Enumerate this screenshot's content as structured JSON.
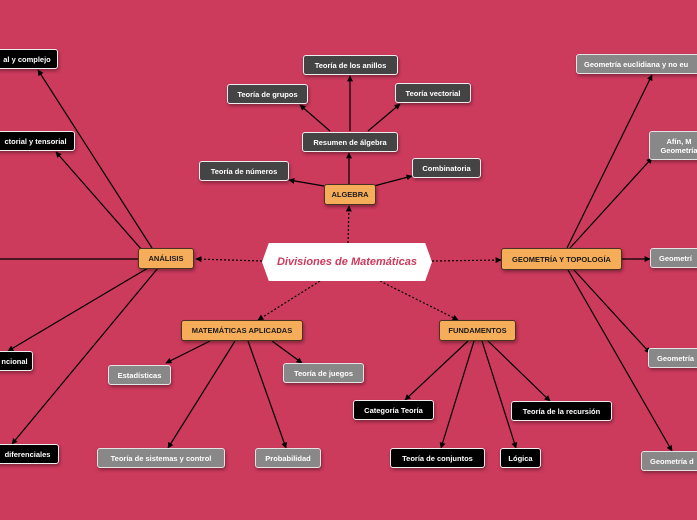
{
  "title": "Divisiones de Matemáticas",
  "branches": {
    "algebra": "ALGEBRA",
    "analisis": "ANÁLISIS",
    "geometria": "GEOMETRÍA Y TOPOLOGÍA",
    "aplicadas": "MATEMÁTICAS APLICADAS",
    "fundamentos": "FUNDAMENTOS"
  },
  "algebra_children": {
    "resumen": "Resumen de álgebra",
    "anillos": "Teoría de los anillos",
    "grupos": "Teoría de grupos",
    "vectorial": "Teoría vectorial",
    "numeros": "Teoría de números",
    "combinatoria": "Combinatoria"
  },
  "analisis_children": {
    "complejo": "al y complejo",
    "tensorial": "ctorial y tensorial",
    "funcional": "ncional",
    "diferenciales": "diferenciales"
  },
  "geometria_children": {
    "euclidiana": "Geometría euclidiana y no eu",
    "afin_line1": "Afín, M",
    "afin_line2": "Geometría",
    "g3": "Geometrí",
    "g4": "Geometría",
    "g5": "Geometría d"
  },
  "aplicadas_children": {
    "estadisticas": "Estadísticas",
    "juegos": "Teoría de juegos",
    "sistemas": "Teoría de sistemas y control",
    "probabilidad": "Probabilidad"
  },
  "fundamentos_children": {
    "categoria": "Categoría Teoría",
    "recursion": "Teoría de la recursión",
    "conjuntos": "Teoría de conjuntos",
    "logica": "Lógica"
  },
  "colors": {
    "background": "#cc3a5c",
    "branch": "#f6ad5a",
    "node_dark": "#444444",
    "node_black": "#000000",
    "node_gray": "#888888"
  }
}
